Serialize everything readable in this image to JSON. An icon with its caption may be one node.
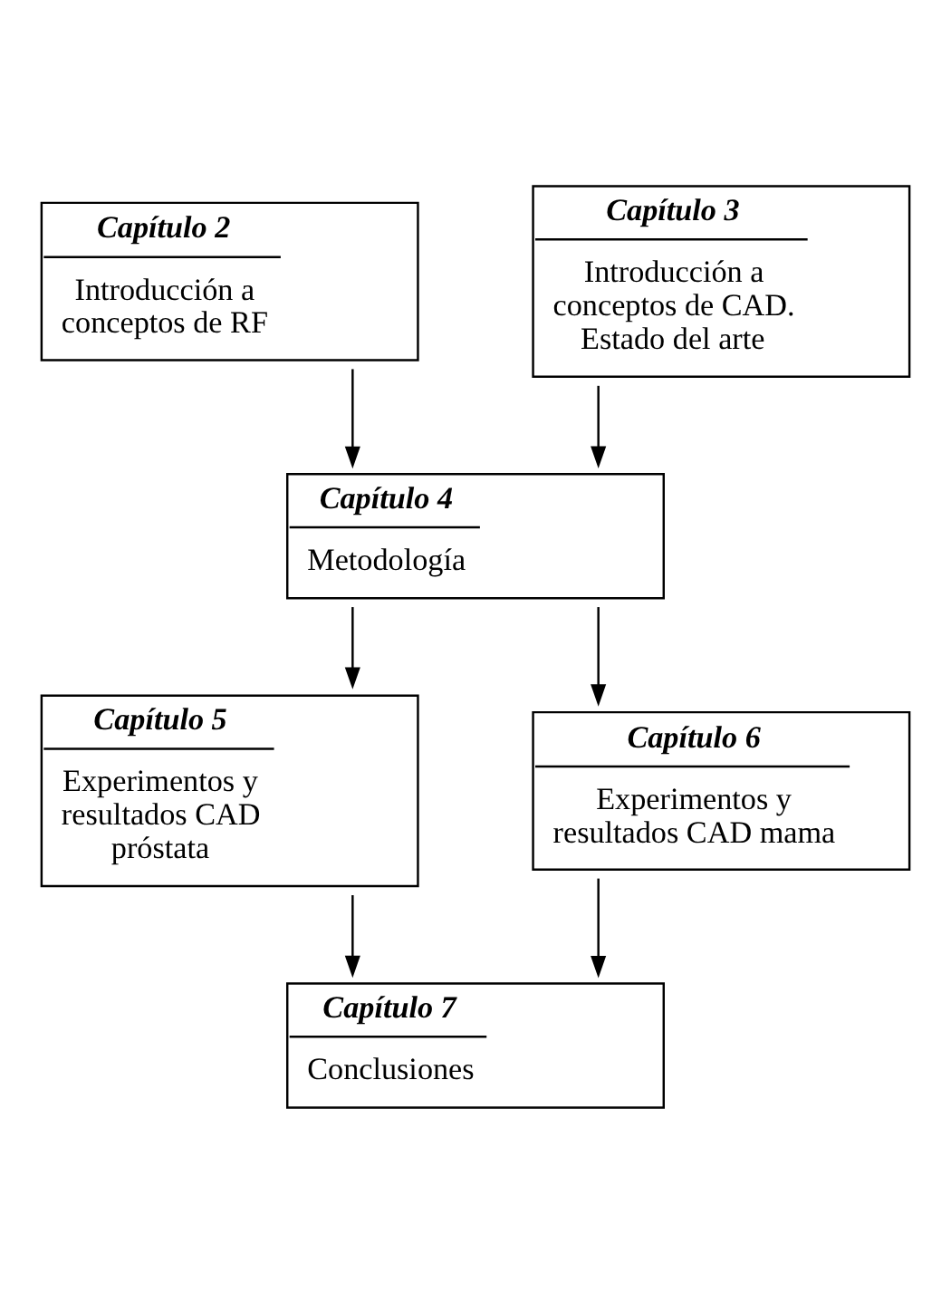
{
  "diagram": {
    "nodes": [
      {
        "text": [
          "Capítulo 2",
          "Introducción a conceptos de RF"
        ]
      },
      {
        "text": [
          "Capítulo 3",
          "Introducción a conceptos de CAD. Estado del arte"
        ]
      },
      {
        "text": [
          "Capítulo 4",
          "Metodología"
        ]
      },
      {
        "text": [
          "Capítulo 5",
          "Experimentos y resultados CAD próstata"
        ]
      },
      {
        "text": [
          "Capítulo 6",
          "Experimentos y resultados CAD mama"
        ]
      },
      {
        "text": [
          "Capítulo 7",
          "Conclusiones"
        ]
      }
    ],
    "edges": [
      {
        "from": 0,
        "to": 2,
        "arrow": "to"
      },
      {
        "from": 1,
        "to": 2,
        "arrow": "to"
      },
      {
        "from": 2,
        "to": 3,
        "arrow": "to"
      },
      {
        "from": 2,
        "to": 4,
        "arrow": "to"
      },
      {
        "from": 3,
        "to": 5,
        "arrow": "to"
      },
      {
        "from": 4,
        "to": 5,
        "arrow": "to"
      }
    ]
  }
}
